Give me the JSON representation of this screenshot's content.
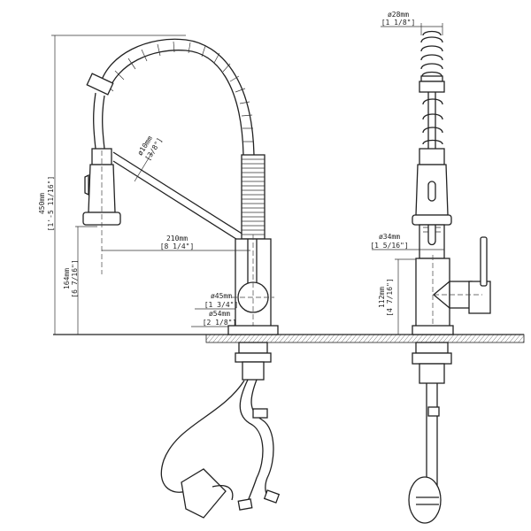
{
  "title": "Pull-down spring kitchen faucet dimension drawing",
  "side_view": {
    "overall_height": {
      "mm": "450mm",
      "in": "[1'-5 11/16\"]"
    },
    "spout_height": {
      "mm": "164mm",
      "in": "[6 7/16\"]"
    },
    "reach": {
      "mm": "210mm",
      "in": "[8 1/4\"]"
    },
    "arm_diameter": {
      "mm": "ø10mm",
      "in": "[3/8\"]"
    },
    "handle_diameter": {
      "mm": "ø45mm",
      "in": "[1 3/4\"]"
    },
    "base_diameter": {
      "mm": "ø54mm",
      "in": "[2 1/8\"]"
    }
  },
  "front_view": {
    "spray_diameter": {
      "mm": "ø28mm",
      "in": "[1 1/8\"]"
    },
    "neck_diameter": {
      "mm": "ø34mm",
      "in": "[1 5/16\"]"
    },
    "body_height": {
      "mm": "112mm",
      "in": "[4 7/16\"]"
    }
  }
}
